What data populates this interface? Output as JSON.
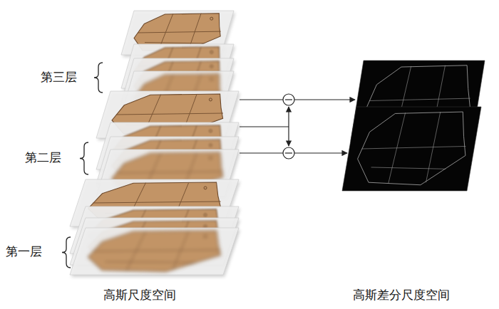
{
  "diagram": {
    "labels": [
      "第三层",
      "第二层",
      "第一层",
      "高斯尺度空间",
      "高斯差分尺度空间"
    ]
  }
}
